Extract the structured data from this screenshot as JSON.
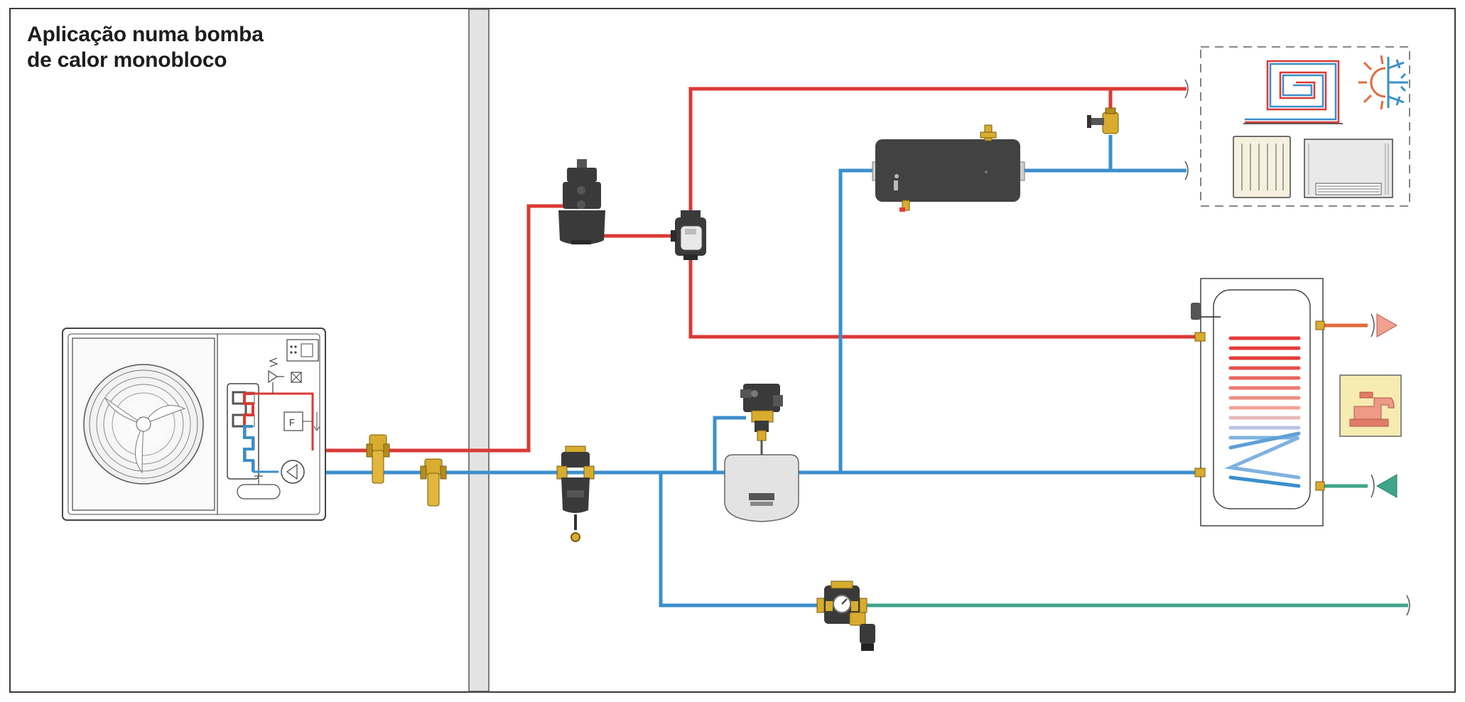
{
  "title": {
    "line1": "Aplicação numa bomba",
    "line2": "de calor monobloco"
  },
  "flow_meter_label": "F",
  "tank_label": "",
  "colors": {
    "hot_pipe": "#d93a35",
    "cold_pipe": "#3b8fcc",
    "dhw_cold_pipe": "#3fa58a",
    "dhw_hot_pipe": "#e26a3c",
    "wall": "#e3e3e3",
    "component_dark": "#3a3a3a",
    "brass": "#d8ac2e"
  },
  "icons": [
    "heat-pump-icon",
    "fan-icon",
    "underfloor-heating-icon",
    "heat-cool-icon",
    "radiator-icon",
    "fan-coil-icon",
    "faucet-icon",
    "hot-outlet-arrow-icon",
    "cold-inlet-arrow-icon"
  ]
}
